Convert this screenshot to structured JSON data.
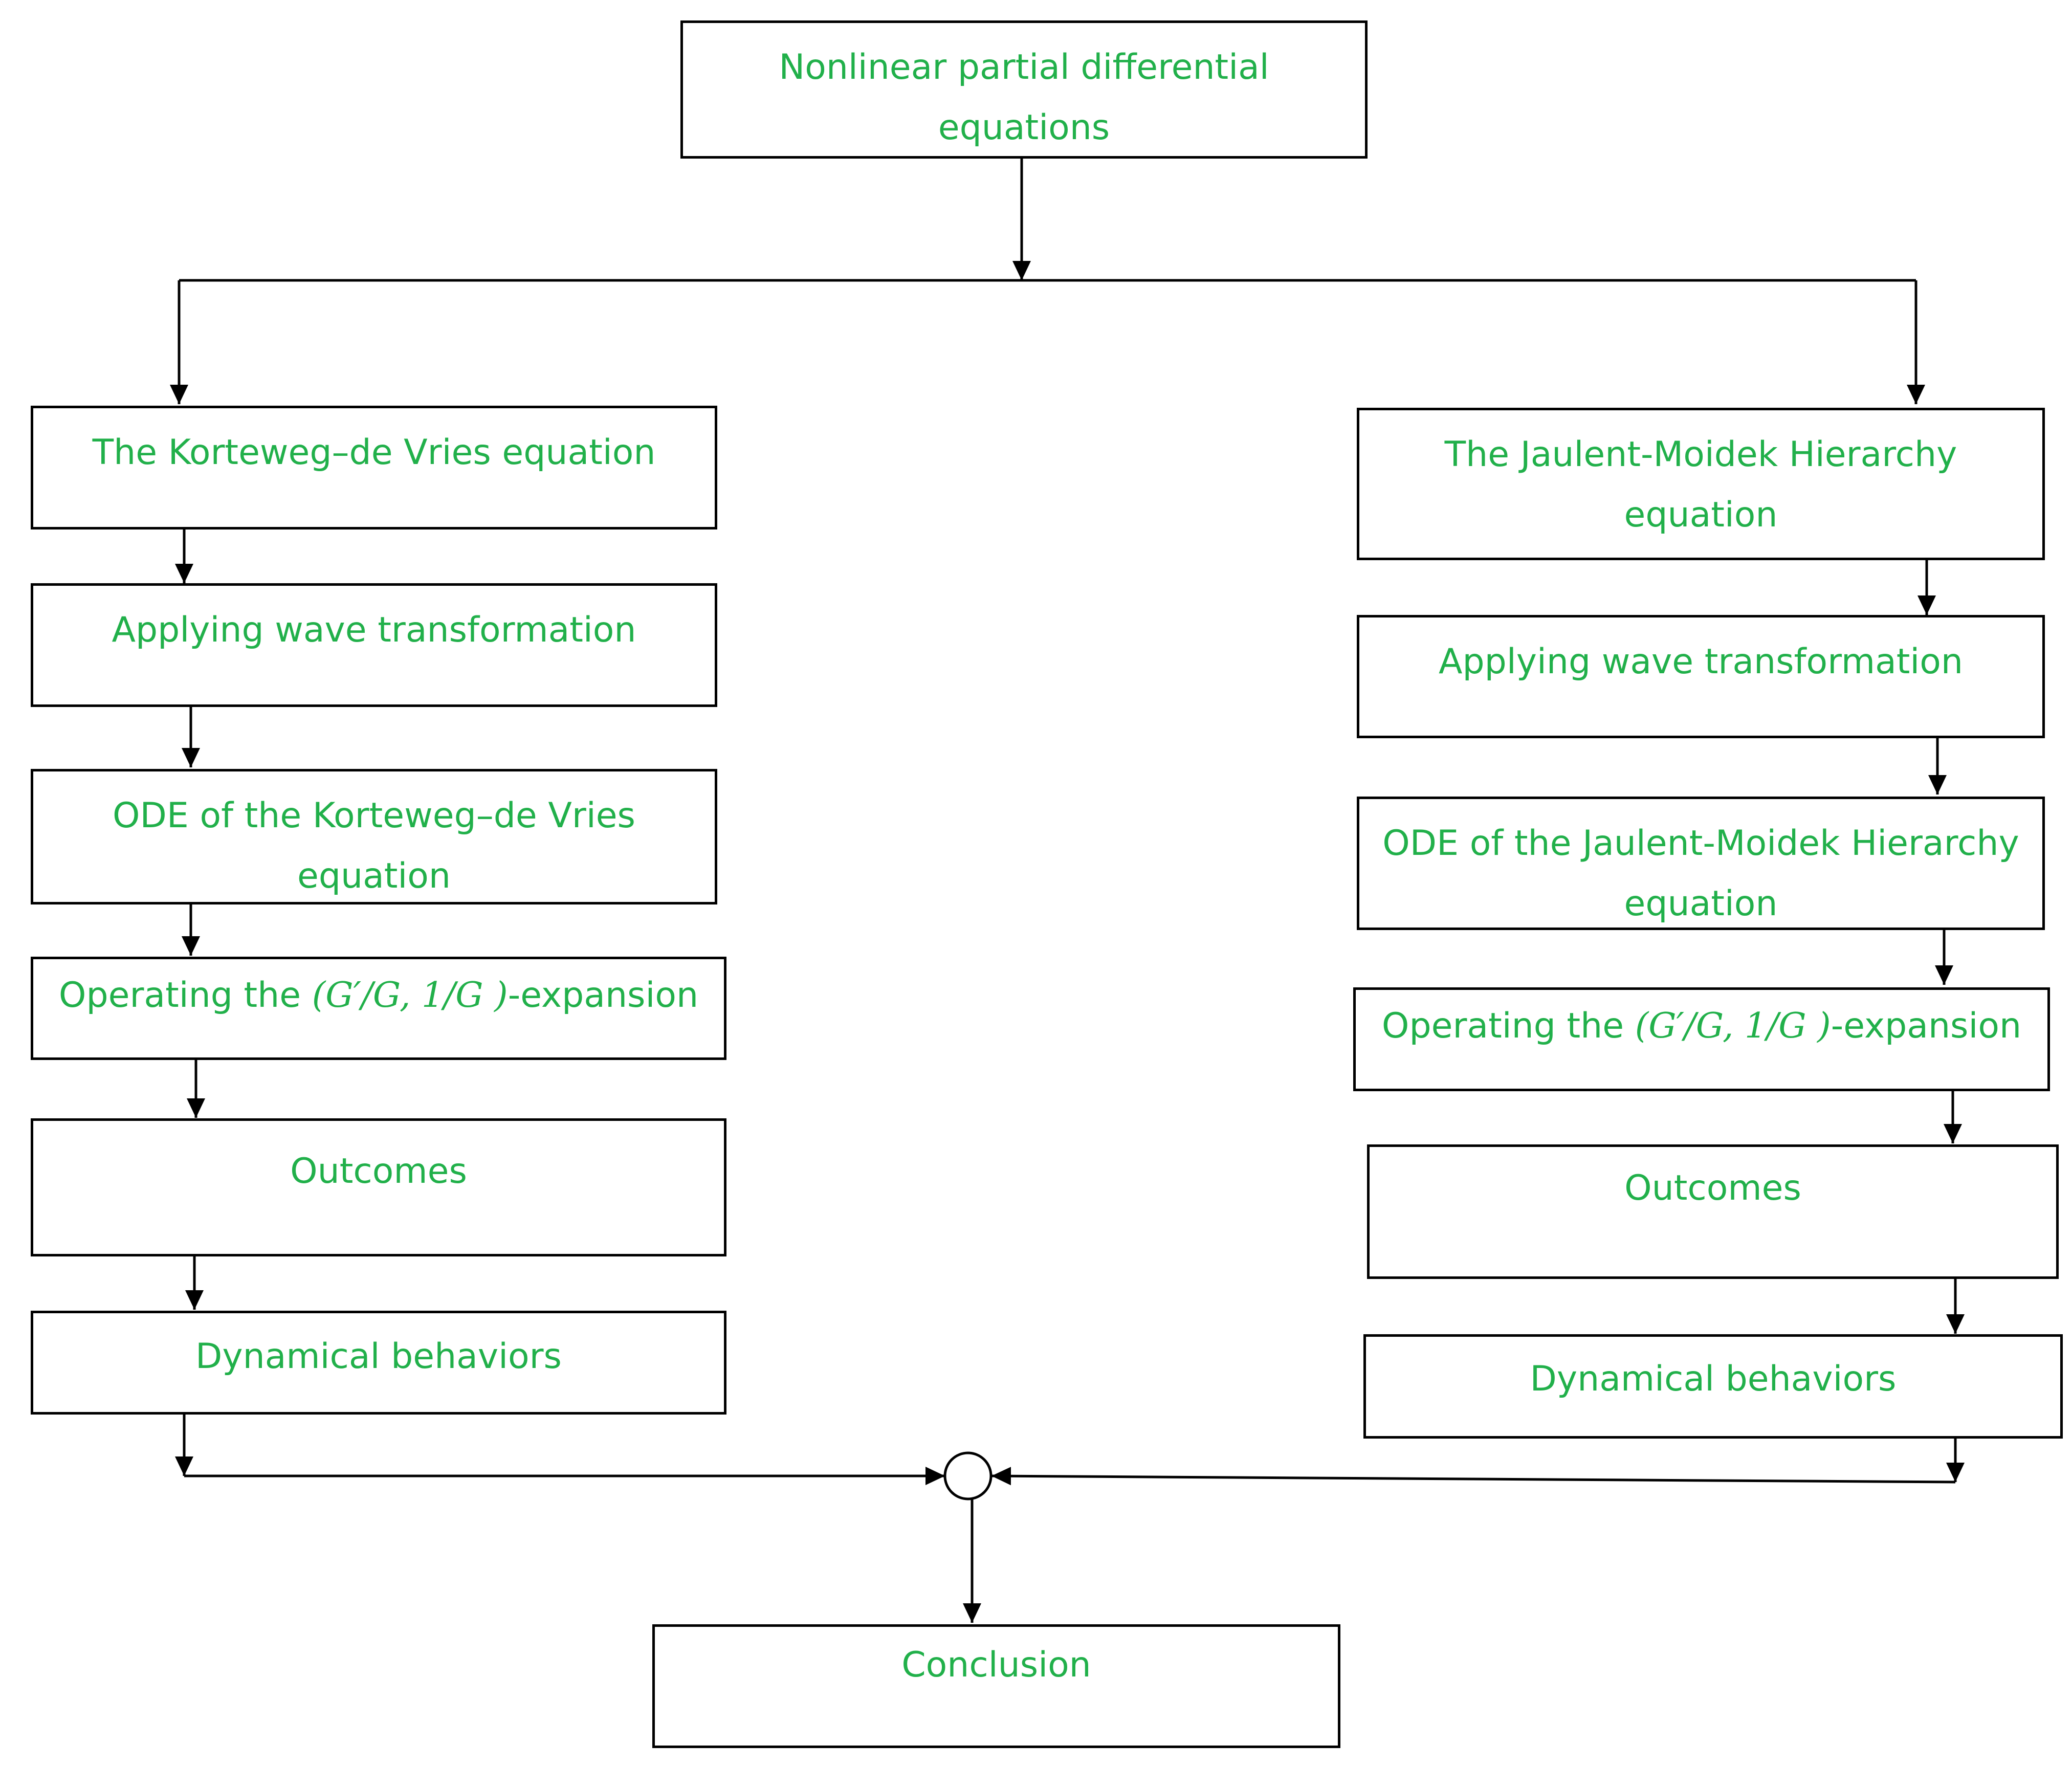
{
  "colors": {
    "text": "#21b04a",
    "line": "#000000",
    "background": "#ffffff"
  },
  "top": {
    "line1": "Nonlinear partial differential",
    "line2": "equations"
  },
  "left": {
    "equation": "The Korteweg–de Vries equation",
    "wave": "Applying wave transformation",
    "ode_line1": "ODE of the Korteweg–de Vries",
    "ode_line2": "equation",
    "operating_prefix": "Operating the ",
    "operating_suffix": "-expansion",
    "outcomes": "Outcomes",
    "dynamics": "Dynamical behaviors"
  },
  "right": {
    "equation_line1": "The Jaulent-Moidek Hierarchy",
    "equation_line2": "equation",
    "wave": "Applying wave transformation",
    "ode_line1": "ODE of the Jaulent-Moidek Hierarchy",
    "ode_line2": "equation",
    "operating_prefix": "Operating the ",
    "operating_suffix": "-expansion",
    "outcomes": "Outcomes",
    "dynamics": "Dynamical behaviors"
  },
  "method_formula": "(G′/G, 1/G )",
  "conclusion": "Conclusion"
}
